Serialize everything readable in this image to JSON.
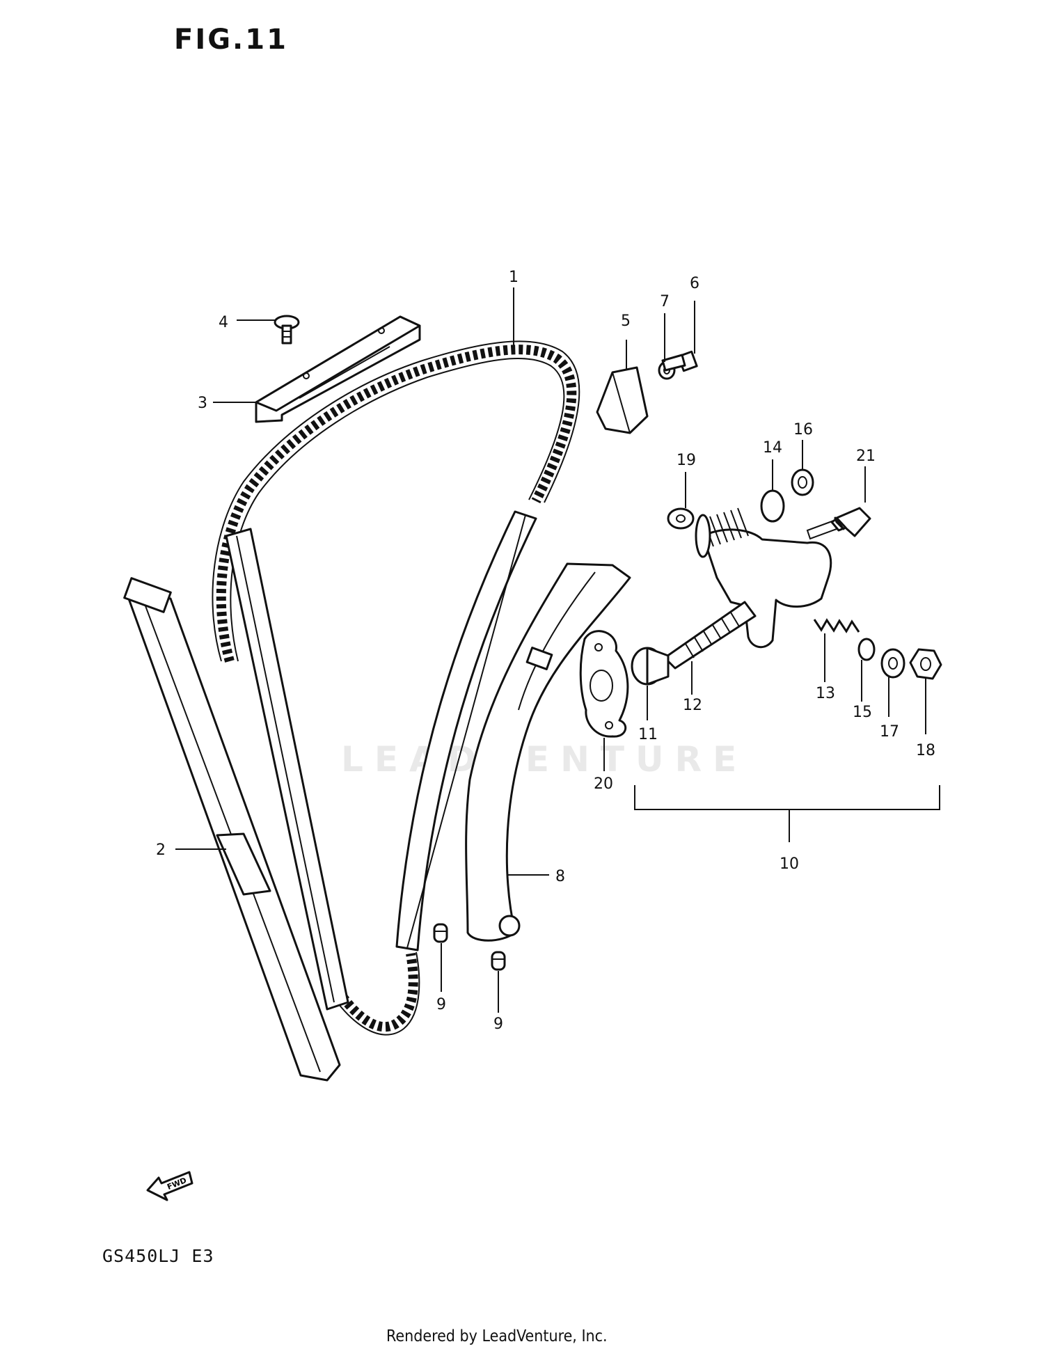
{
  "figure": {
    "title": "FIG.11",
    "model_code": "GS450LJ  E3",
    "footer": "Rendered by LeadVenture, Inc.",
    "watermark": "LEADVENTURE",
    "fwd_label": "FWD"
  },
  "callouts": [
    {
      "id": "c1",
      "text": "1"
    },
    {
      "id": "c2",
      "text": "2"
    },
    {
      "id": "c3",
      "text": "3"
    },
    {
      "id": "c4",
      "text": "4"
    },
    {
      "id": "c5",
      "text": "5"
    },
    {
      "id": "c6",
      "text": "6"
    },
    {
      "id": "c7",
      "text": "7"
    },
    {
      "id": "c8",
      "text": "8"
    },
    {
      "id": "c9a",
      "text": "9"
    },
    {
      "id": "c9b",
      "text": "9"
    },
    {
      "id": "c10",
      "text": "10"
    },
    {
      "id": "c11",
      "text": "11"
    },
    {
      "id": "c12",
      "text": "12"
    },
    {
      "id": "c13",
      "text": "13"
    },
    {
      "id": "c14",
      "text": "14"
    },
    {
      "id": "c15",
      "text": "15"
    },
    {
      "id": "c16",
      "text": "16"
    },
    {
      "id": "c17",
      "text": "17"
    },
    {
      "id": "c18",
      "text": "18"
    },
    {
      "id": "c19",
      "text": "19"
    },
    {
      "id": "c20",
      "text": "20"
    },
    {
      "id": "c21",
      "text": "21"
    }
  ]
}
